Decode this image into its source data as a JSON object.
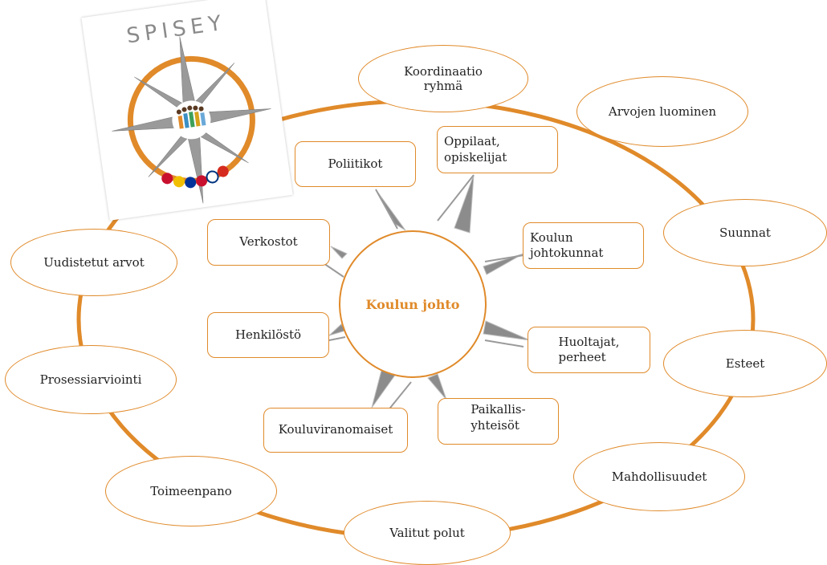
{
  "logo": {
    "text": "SPISEY",
    "ring_color": "#e08a2a"
  },
  "center": {
    "label": "Koulun johto",
    "color": "#e08a2a"
  },
  "outer_cycle": [
    {
      "id": "koordinaatio",
      "label": "Koordinaatio\nryhmä"
    },
    {
      "id": "arvojen",
      "label": "Arvojen luominen"
    },
    {
      "id": "suunnat",
      "label": "Suunnat"
    },
    {
      "id": "esteet",
      "label": "Esteet"
    },
    {
      "id": "mahdollisuudet",
      "label": "Mahdollisuudet"
    },
    {
      "id": "valitut",
      "label": "Valitut polut"
    },
    {
      "id": "toimeenpano",
      "label": "Toimeenpano"
    },
    {
      "id": "prosessi",
      "label": "Prosessiarviointi"
    },
    {
      "id": "uudistetut",
      "label": "Uudistetut arvot"
    }
  ],
  "stakeholders": [
    {
      "id": "poliitikot",
      "label": "Poliitikot"
    },
    {
      "id": "oppilaat",
      "label": "Oppilaat,\nopiskelijat"
    },
    {
      "id": "johtokunnat",
      "label": "Koulun\njohtokunnat"
    },
    {
      "id": "huoltajat",
      "label": "Huoltajat,\nperheet"
    },
    {
      "id": "paikallis",
      "label": "Paikallis-\nyhteisöt"
    },
    {
      "id": "kouluviranomaiset",
      "label": "Kouluviranomaiset"
    },
    {
      "id": "henkilosto",
      "label": "Henkilöstö"
    },
    {
      "id": "verkostot",
      "label": "Verkostot"
    }
  ]
}
